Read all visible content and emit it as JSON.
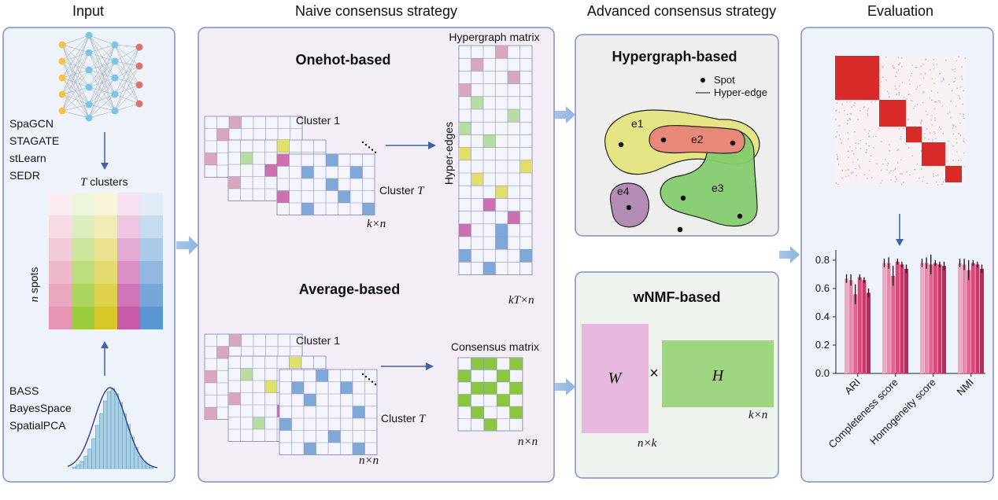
{
  "headers": {
    "input": "Input",
    "naive": "Naive consensus strategy",
    "advanced": "Advanced consensus strategy",
    "evaluation": "Evaluation"
  },
  "input": {
    "methods_top": [
      "SpaGCN",
      "STAGATE",
      "stLearn",
      "SEDR"
    ],
    "methods_bottom": [
      "BASS",
      "BayesSpace",
      "SpatialPCA"
    ],
    "clusters_label_T": "T",
    "clusters_label_rest": " clusters",
    "spots_n": "n",
    "spots_rest": " spots"
  },
  "naive": {
    "onehot_title": "Onehot-based",
    "average_title": "Average-based",
    "cluster1": "Cluster 1",
    "clusterT": "Cluster ",
    "clusterT_var": "T",
    "hypergraph_matrix": "Hypergraph matrix",
    "hyper_edges": "Hyper-edges",
    "dim_kxn": "k×n",
    "dim_kTxn": "kT×n",
    "consensus_matrix": "Consensus matrix",
    "dim_nxn": "n×n"
  },
  "advanced": {
    "hypergraph_title": "Hypergraph-based",
    "legend_spot": "Spot",
    "legend_edge": "Hyper-edge",
    "edges": [
      "e1",
      "e2",
      "e3",
      "e4"
    ],
    "wnmf_title": "wNMF-based",
    "W": "W",
    "H": "H",
    "times": "×",
    "dim_nxk": "n×k",
    "dim_kxn": "k×n"
  },
  "chart_data": {
    "type": "bar",
    "categories": [
      "ARI",
      "Completeness score",
      "Homogeneity score",
      "NMI"
    ],
    "series": [
      {
        "values": [
          0.67,
          0.78,
          0.78,
          0.78
        ]
      },
      {
        "values": [
          0.66,
          0.78,
          0.78,
          0.77
        ]
      },
      {
        "values": [
          0.56,
          0.69,
          0.77,
          0.73
        ]
      },
      {
        "values": [
          0.68,
          0.79,
          0.78,
          0.78
        ]
      },
      {
        "values": [
          0.66,
          0.77,
          0.77,
          0.77
        ]
      },
      {
        "values": [
          0.57,
          0.74,
          0.76,
          0.74
        ]
      }
    ],
    "series_colors": [
      "#f2a6c0",
      "#ec86a8",
      "#e06590",
      "#d84a7a",
      "#cf3668",
      "#c42458"
    ],
    "errors": [
      0.03,
      0.04,
      0.07,
      0.02,
      0.02,
      0.03
    ],
    "yticks": [
      "0.0",
      "0.2",
      "0.4",
      "0.6",
      "0.8"
    ],
    "ylim": [
      0,
      0.85
    ],
    "xlabel": "",
    "ylabel": ""
  }
}
